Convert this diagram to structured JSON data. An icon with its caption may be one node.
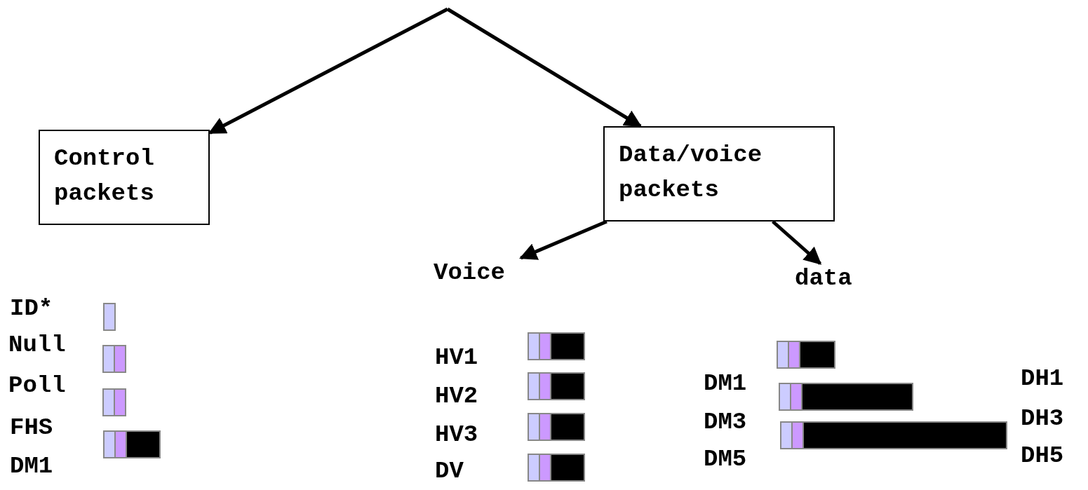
{
  "diagram": {
    "nodes": [
      {
        "text": [
          "Control packets"
        ]
      },
      {
        "text": [
          "Data/voice packets"
        ]
      },
      {
        "text": [
          "Voice"
        ]
      },
      {
        "text": [
          "data"
        ]
      }
    ],
    "edges": [
      {
        "from": null,
        "to": 0,
        "arrow": "to"
      },
      {
        "from": null,
        "to": 1,
        "arrow": "to"
      },
      {
        "from": 1,
        "to": 2,
        "arrow": "to"
      },
      {
        "from": 1,
        "to": 3,
        "arrow": "to"
      }
    ],
    "labels": [
      "ID*",
      "Null",
      "Poll",
      "FHS",
      "DM1",
      "HV1",
      "HV2",
      "HV3",
      "DV",
      "DM1",
      "DH1",
      "DM3",
      "DH3",
      "DM5",
      "DH5"
    ]
  }
}
